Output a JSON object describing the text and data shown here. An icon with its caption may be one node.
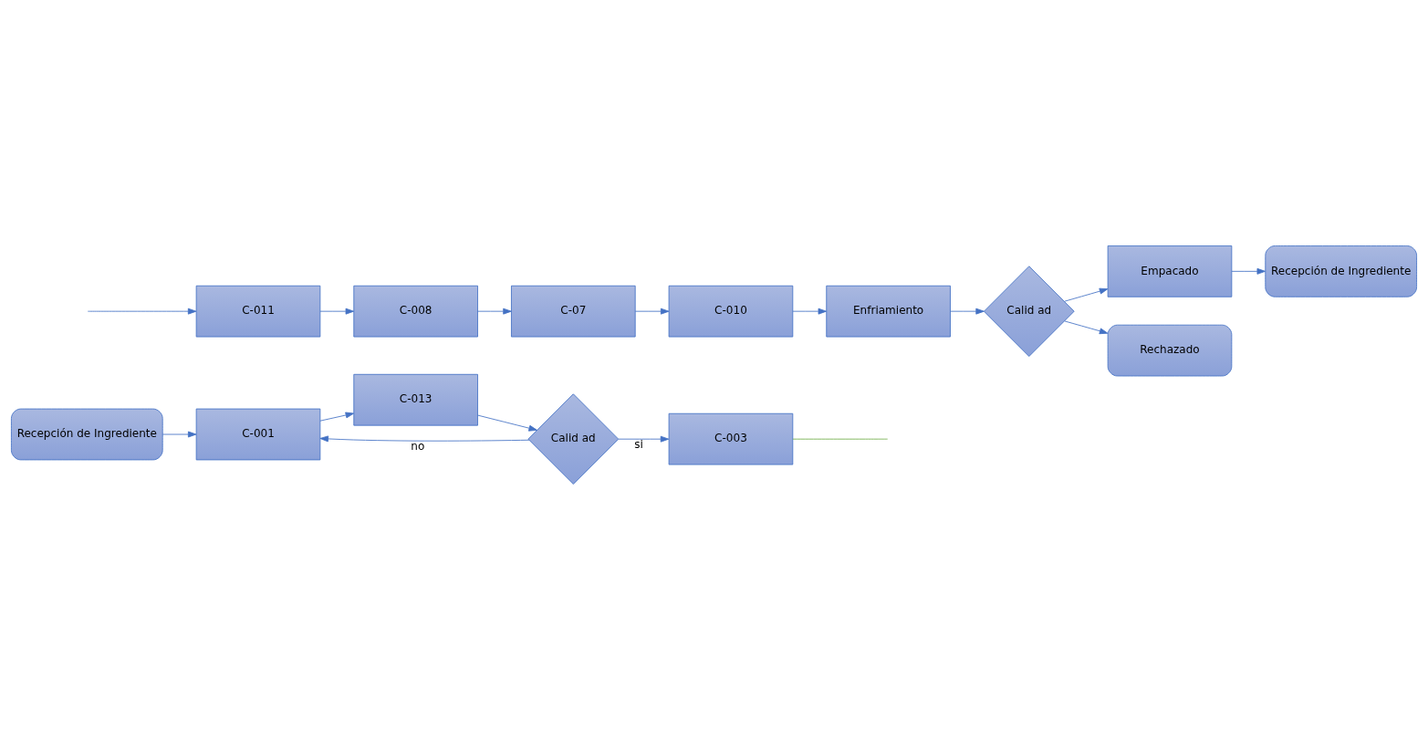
{
  "diagram": {
    "nodes": [
      {
        "text": [
          "Recepción de Ingrediente"
        ]
      },
      {
        "text": [
          "C-001"
        ]
      },
      {
        "text": [
          "C-013"
        ]
      },
      {
        "text": [
          "Calid ad"
        ]
      },
      {
        "text": [
          "C-003"
        ]
      },
      {
        "text": [
          "C-011"
        ]
      },
      {
        "text": [
          "C-008"
        ]
      },
      {
        "text": [
          "C-07"
        ]
      },
      {
        "text": [
          "C-010"
        ]
      },
      {
        "text": [
          "Enfriamiento"
        ]
      },
      {
        "text": [
          "Calid ad"
        ]
      },
      {
        "text": [
          "Empacado"
        ]
      },
      {
        "text": [
          "Recepción de Ingrediente"
        ]
      },
      {
        "text": [
          "Rechazado"
        ]
      }
    ],
    "edges": [
      {
        "from": 0,
        "to": 1,
        "arrow": "to"
      },
      {
        "from": 1,
        "to": 2,
        "arrow": "to"
      },
      {
        "from": 2,
        "to": 3,
        "arrow": "to"
      },
      {
        "from": 3,
        "to": 4,
        "arrow": "to",
        "label": "si"
      },
      {
        "from": 3,
        "to": 1,
        "arrow": "to",
        "label": "no"
      },
      {
        "from": 4,
        "to": null,
        "arrow": "none",
        "color": "#70ad47"
      },
      {
        "from": null,
        "to": 5,
        "arrow": "to"
      },
      {
        "from": 5,
        "to": 6,
        "arrow": "to"
      },
      {
        "from": 6,
        "to": 7,
        "arrow": "to"
      },
      {
        "from": 7,
        "to": 8,
        "arrow": "to"
      },
      {
        "from": 8,
        "to": 9,
        "arrow": "to"
      },
      {
        "from": 9,
        "to": 10,
        "arrow": "to"
      },
      {
        "from": 10,
        "to": 11,
        "arrow": "to"
      },
      {
        "from": 11,
        "to": 12,
        "arrow": "to"
      },
      {
        "from": 10,
        "to": 13,
        "arrow": "to"
      }
    ]
  }
}
